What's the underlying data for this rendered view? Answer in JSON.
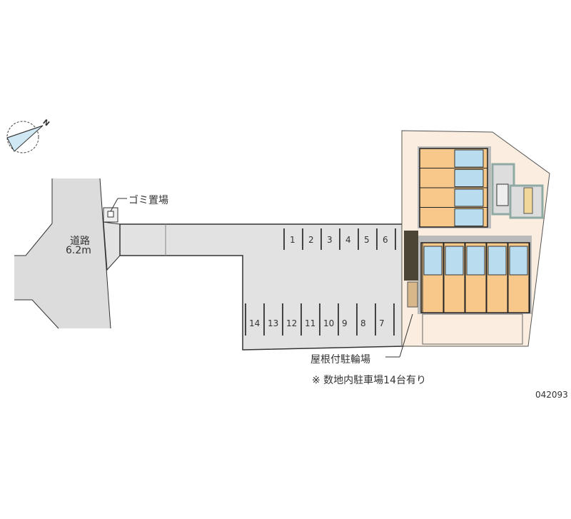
{
  "compass": {
    "north_label": "N"
  },
  "road": {
    "name": "道路",
    "width": "6.2m"
  },
  "garbage": {
    "label": "ゴミ置場"
  },
  "bicycle": {
    "label": "屋根付駐輪場"
  },
  "note": "※ 数地内駐車場14台有り",
  "code": "042093",
  "parking": {
    "top_spots": [
      "1",
      "2",
      "3",
      "4",
      "5",
      "6"
    ],
    "bottom_spots": [
      "14",
      "13",
      "12",
      "11",
      "10",
      "9",
      "8",
      "7"
    ]
  },
  "colors": {
    "road": "#dcdcdc",
    "lot": "#e2e2e2",
    "site": "#fbeee0",
    "unit": "#f7c88a",
    "wet": "#b9dcef",
    "stair": "#8fa9a4"
  }
}
